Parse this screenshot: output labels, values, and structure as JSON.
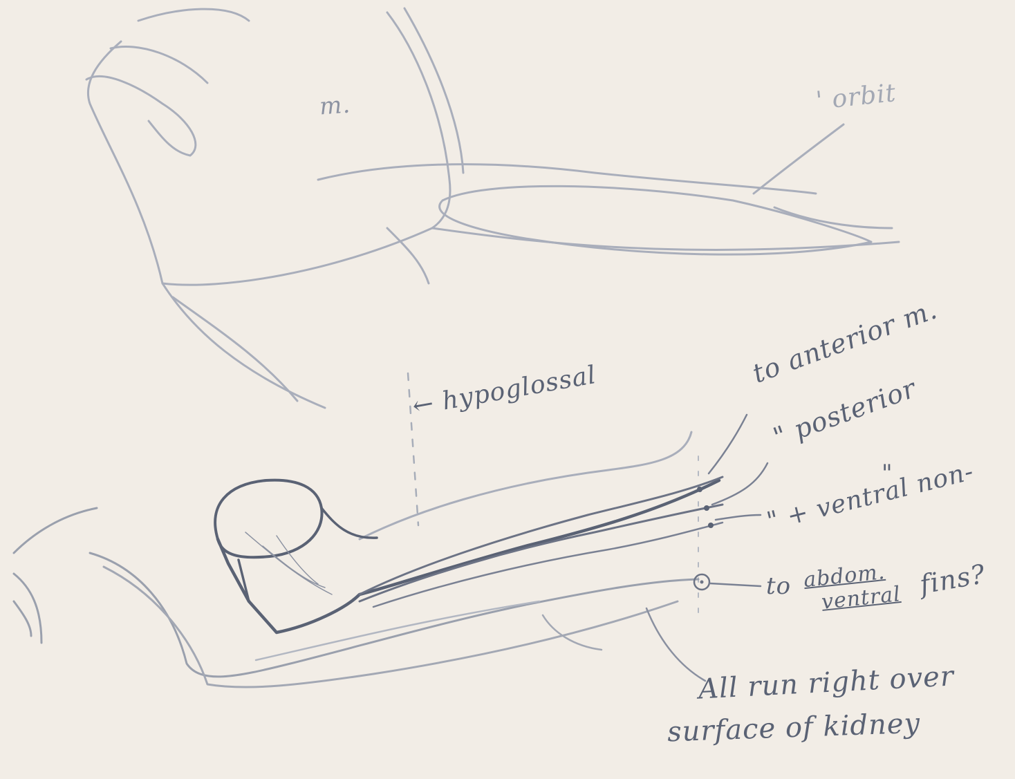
{
  "paper_color": "#f2ede6",
  "pencil_color": "#5a6274",
  "annotations": {
    "top_muscle_label": "m.",
    "orbit_label": "' orbit",
    "hypoglossal_label": "← hypoglossal",
    "to_anterior": "to anterior m.",
    "posterior": "\" posterior",
    "ditto_mark": "\"",
    "ventral_line_prefix": "\" + ventral non-",
    "to_prefix": "to",
    "abdom": "abdom.",
    "ventral_word": "ventral",
    "fins": "fins?",
    "footnote_line1": "All run right over",
    "footnote_line2": "surface of kidney"
  }
}
